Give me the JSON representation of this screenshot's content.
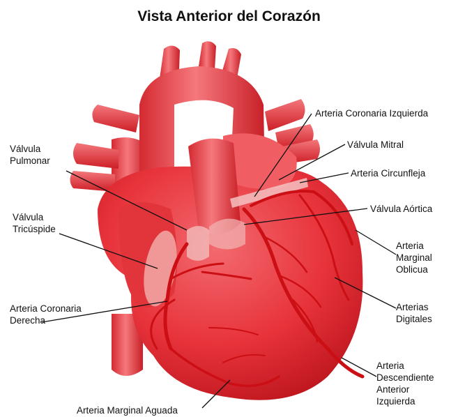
{
  "title": "Vista Anterior del Corazón",
  "colors": {
    "heart_base": "#e8333b",
    "heart_dark": "#c3151d",
    "heart_light": "#f37a7e",
    "artery": "#cc0f15",
    "valve": "#f0b5b5",
    "leader_line": "#111111"
  },
  "labels": {
    "coronaria_izquierda": "Arteria Coronaria Izquierda",
    "valvula_mitral": "Válvula Mitral",
    "circunfleja": "Arteria Circunfleja",
    "valvula_aortica": "Válvula Aórtica",
    "marginal_oblicua": [
      "Arteria",
      "Marginal",
      "Oblicua"
    ],
    "arterias_digitales": [
      "Arterias",
      "Digitales"
    ],
    "descendente_anterior": [
      "Arteria",
      "Descendiente",
      "Anterior",
      "Izquierda"
    ],
    "marginal_aguada": "Arteria Marginal Aguada",
    "coronaria_derecha": [
      "Arteria Coronaria",
      "Derecha"
    ],
    "valvula_tricuspide": [
      "Válvula",
      "Tricúspide"
    ],
    "valvula_pulmonar": [
      "Válvula",
      "Pulmonar"
    ]
  }
}
